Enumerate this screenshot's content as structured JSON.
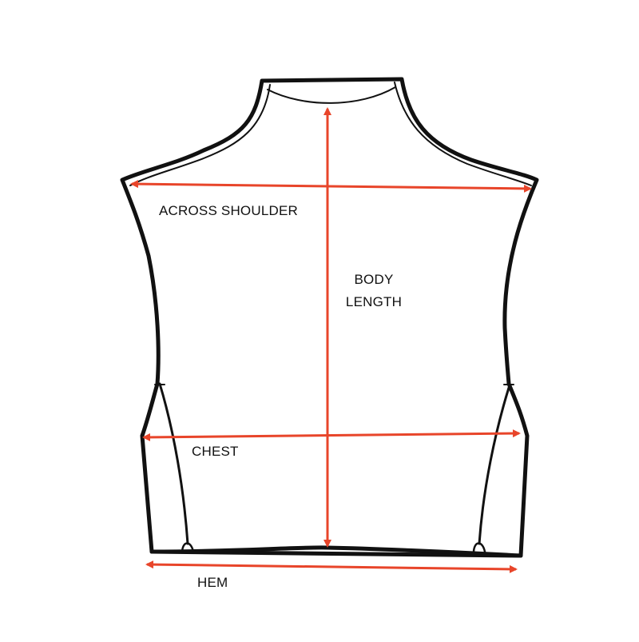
{
  "labels": {
    "across_shoulder": "ACROSS SHOULDER",
    "body_length_line1": "BODY",
    "body_length_line2": "LENGTH",
    "chest": "CHEST",
    "hem": "HEM"
  },
  "colors": {
    "outline": "#111111",
    "arrow": "#e8452a",
    "background": "#ffffff"
  }
}
